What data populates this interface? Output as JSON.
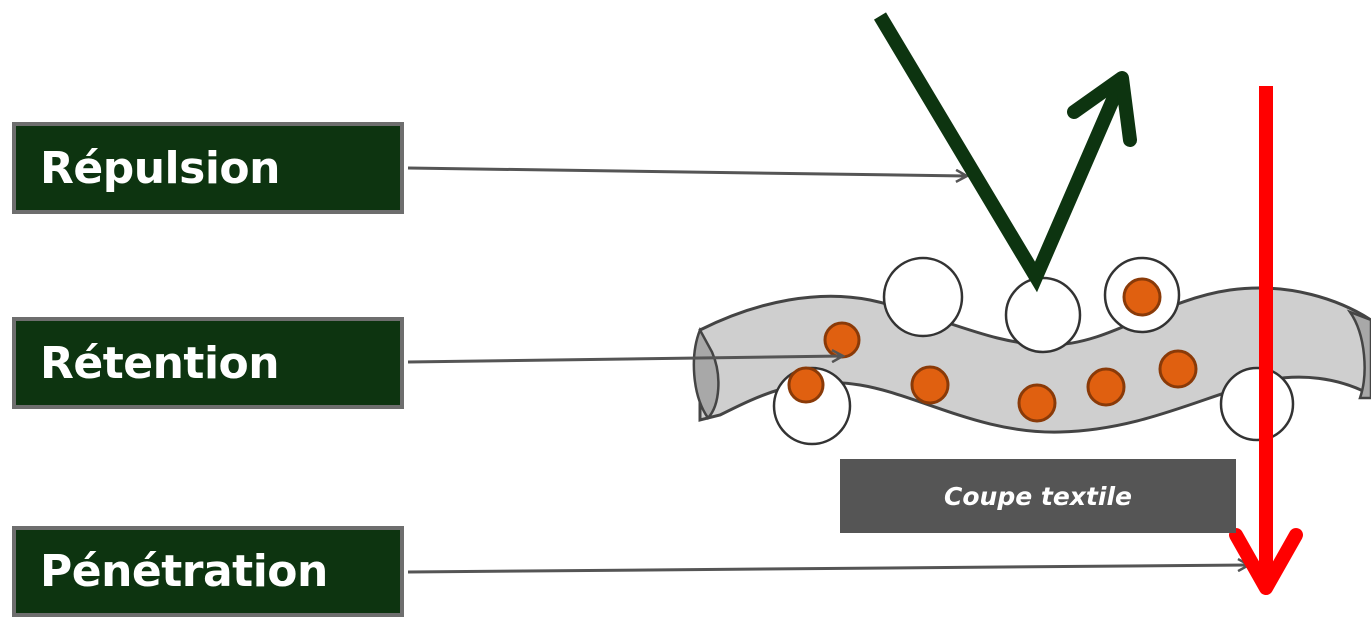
{
  "labels": {
    "repulsion": "Répulsion",
    "retention": "Rétention",
    "penetration": "Pénétration"
  },
  "caption": "Coupe textile",
  "colors": {
    "label_bg": "#0d3410",
    "label_border": "#6e6e6e",
    "connector": "#555555",
    "repulsion_arrow": "#0d3410",
    "penetration_arrow": "#ff0000",
    "fabric": "#cfcfcf",
    "droplet": "#e06010",
    "droplet_outline": "#8a3a08",
    "caption_bg": "#555555"
  }
}
